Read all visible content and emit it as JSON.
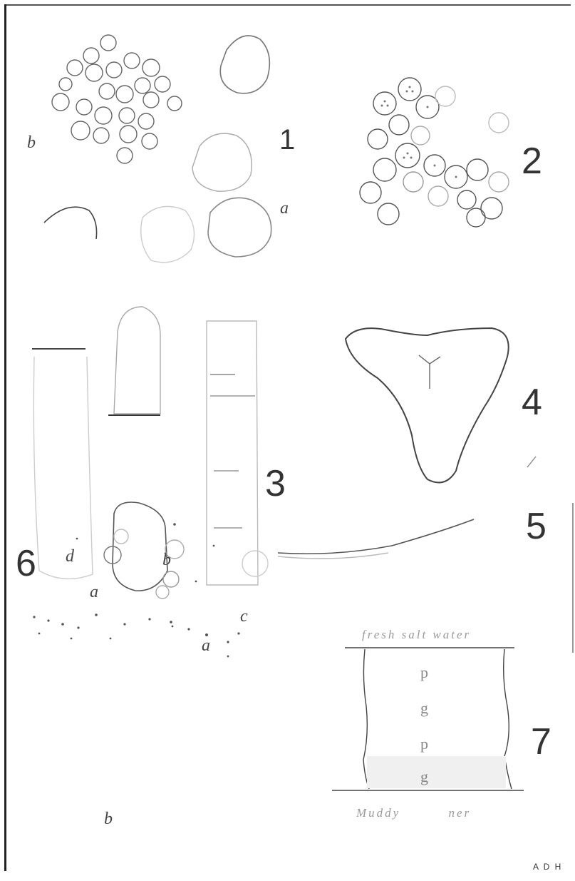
{
  "figures": {
    "fig1": {
      "number": "1",
      "label_a": "a",
      "label_b": "b"
    },
    "fig2": {
      "number": "2"
    },
    "fig3": {
      "number": "3",
      "label_a": "a",
      "label_b": "b",
      "label_c": "c"
    },
    "fig4": {
      "number": "4"
    },
    "fig5": {
      "number": "5"
    },
    "fig6": {
      "number": "6",
      "label_a": "a",
      "label_b": "b",
      "label_d": "d"
    },
    "fig7": {
      "number": "7",
      "top_caption": "fresh salt water",
      "bottom_caption": "Muddy ner",
      "layers": [
        "p",
        "g",
        "p",
        "g"
      ]
    }
  },
  "initials": "A D H"
}
